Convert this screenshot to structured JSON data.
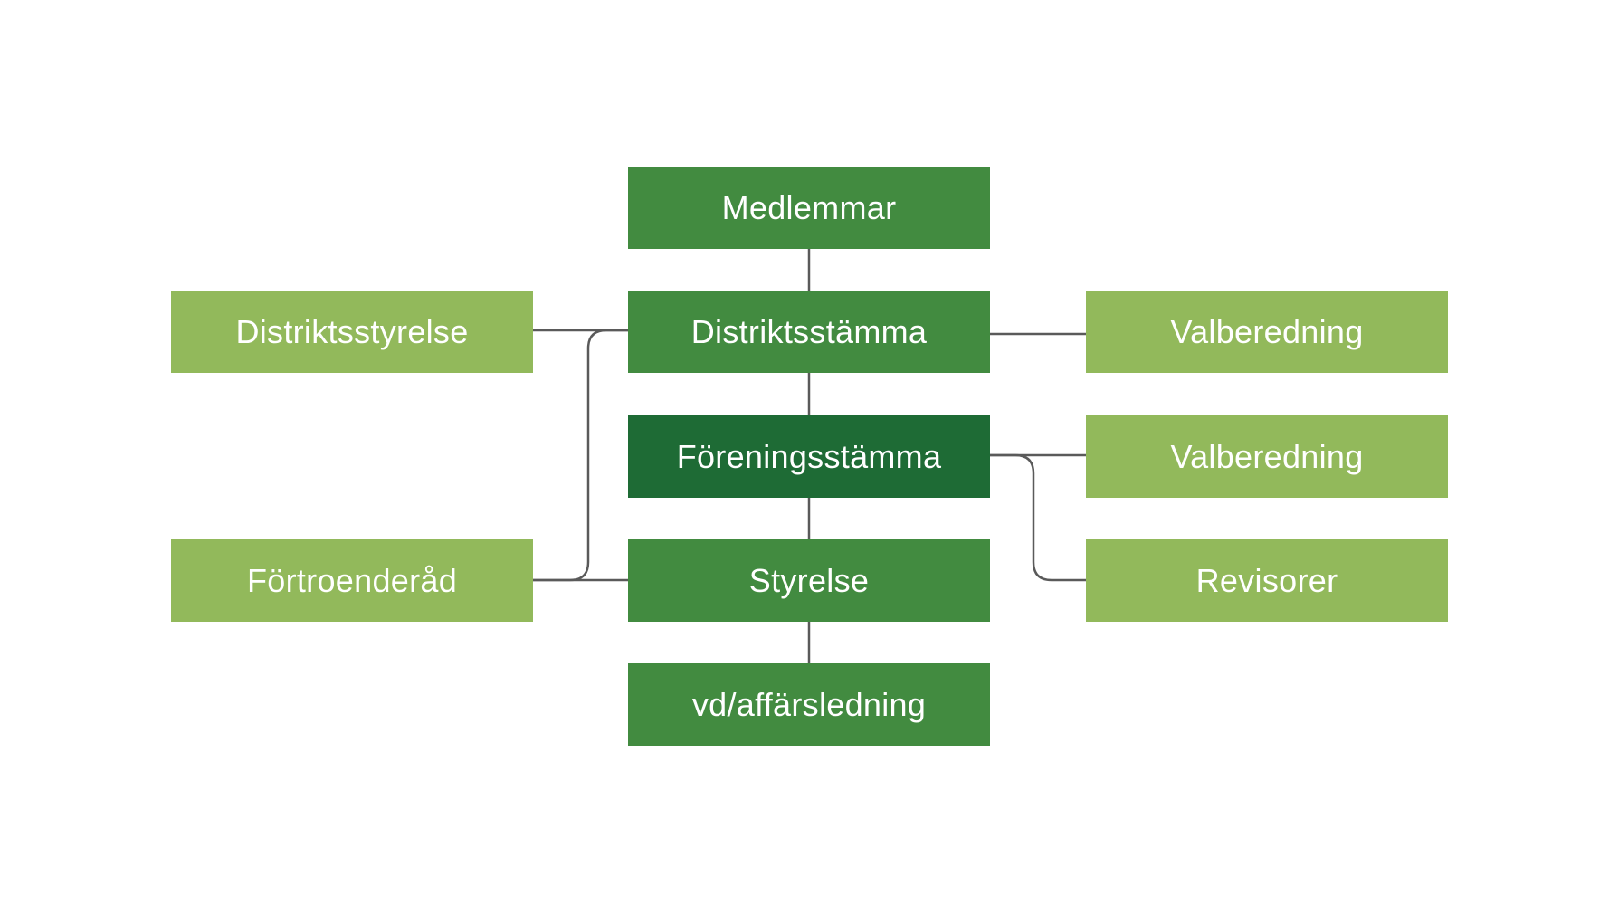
{
  "colors": {
    "center": "#428b40",
    "center_dark": "#1e6b35",
    "side": "#92b95b",
    "connector": "#5a5a5a",
    "text": "#ffffff",
    "background": "#ffffff"
  },
  "nodes": {
    "medlemmar": "Medlemmar",
    "distriktsstamma": "Distriktsstämma",
    "foreningsstamma": "Föreningsstämma",
    "styrelse": "Styrelse",
    "vd": "vd/affärsledning",
    "distriktsstyrelse": "Distriktsstyrelse",
    "fortroenderad": "Förtroenderåd",
    "valberedning_1": "Valberedning",
    "valberedning_2": "Valberedning",
    "revisorer": "Revisorer"
  }
}
